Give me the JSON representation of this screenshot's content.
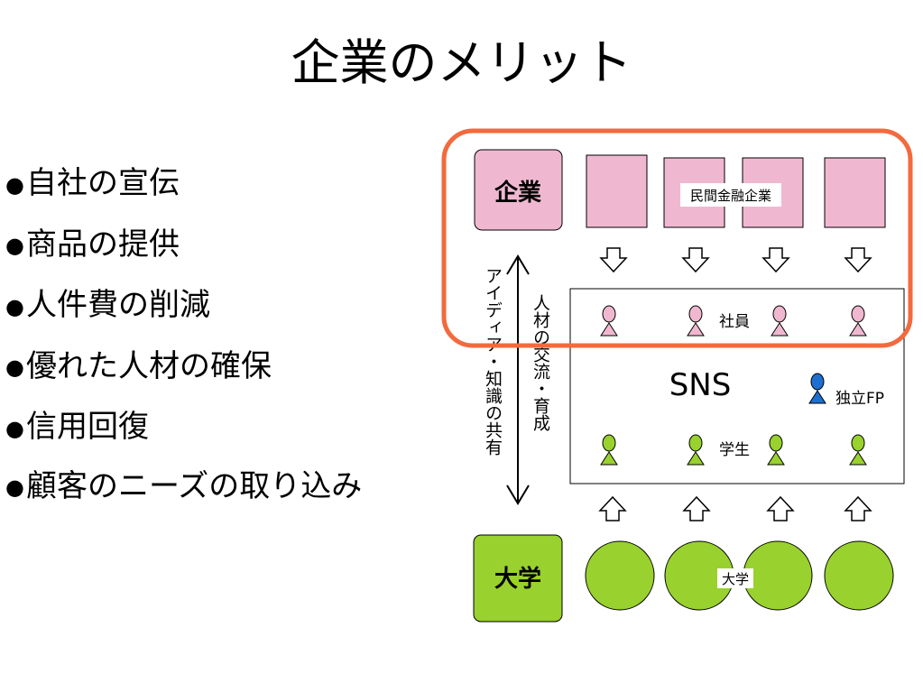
{
  "slide": {
    "title": "企業のメリット",
    "bullets": [
      "自社の宣伝",
      "商品の提供",
      "人件費の削減",
      "優れた人材の確保",
      "信用回復",
      "顧客のニーズの取り込み"
    ]
  },
  "diagram": {
    "company_label": "企業",
    "private_finance_label": "民間金融企業",
    "employees_label": "社員",
    "sns_label": "SNS",
    "independent_fp_label": "独立FP",
    "students_label": "学生",
    "university_label": "大学",
    "university_small_label": "大学",
    "left_arrow_text": "アイディア・知識の共有",
    "right_arrow_text": "人材の交流・育成",
    "colors": {
      "highlight": "#f26a3d",
      "pink": "#f0b8d0",
      "green": "#99d12e",
      "blue": "#1e6fd0"
    }
  }
}
